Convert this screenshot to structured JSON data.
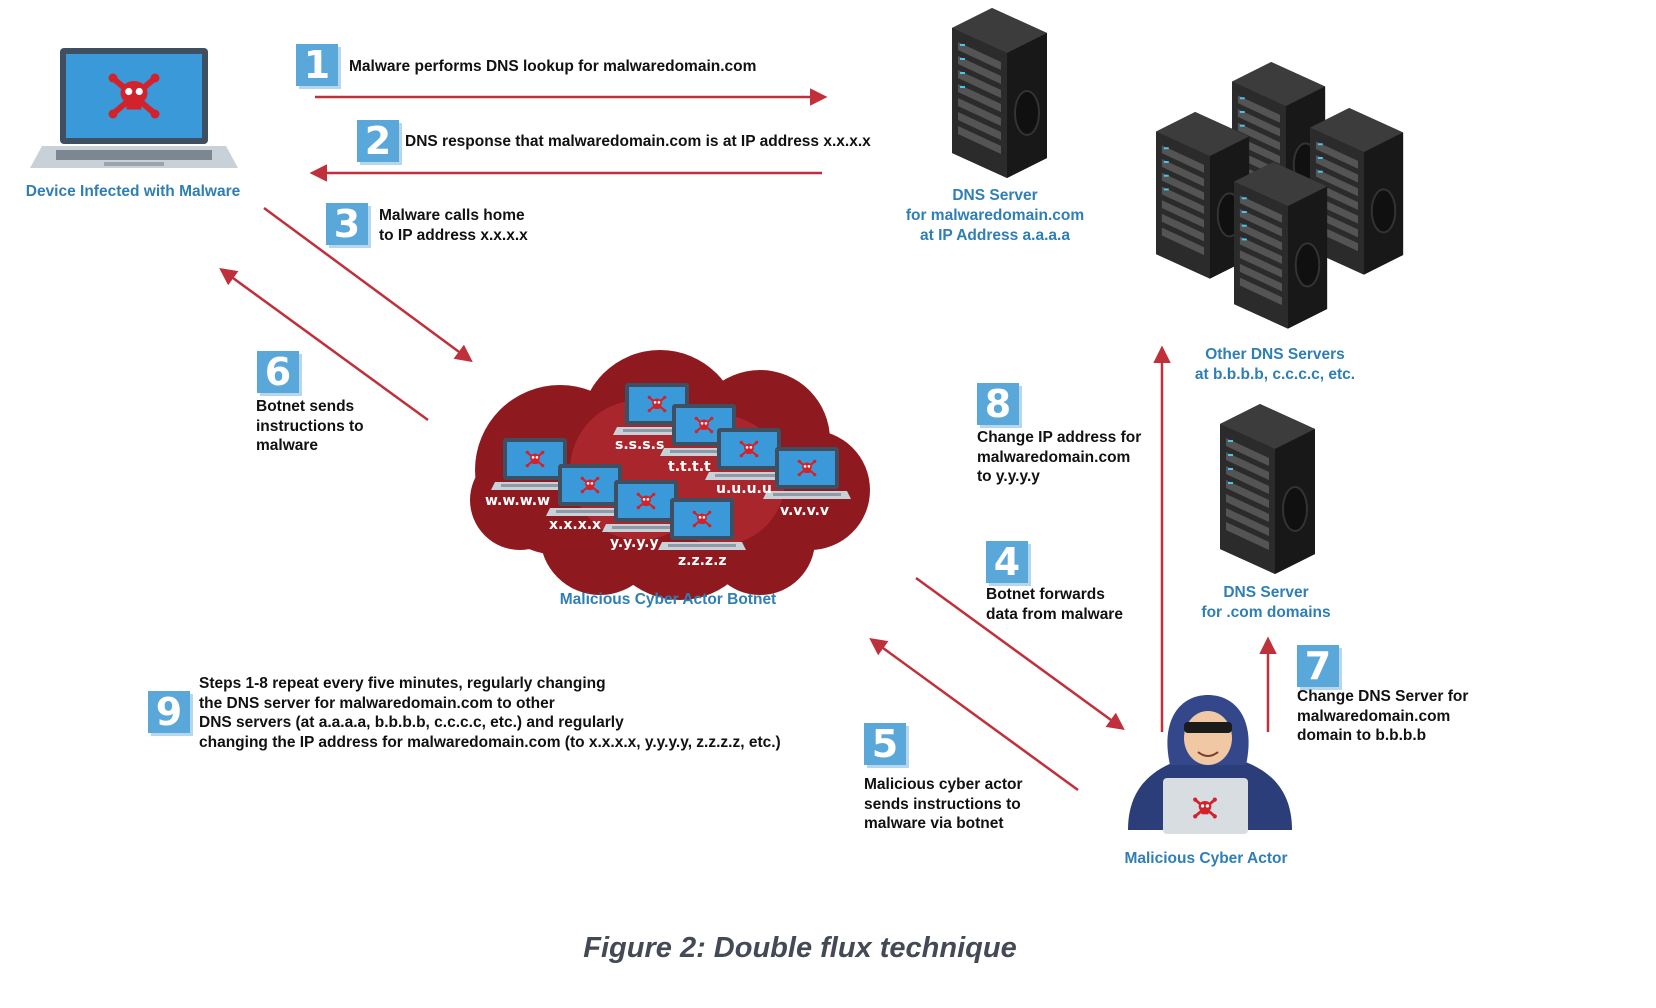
{
  "colors": {
    "arrow": "#c0303a",
    "caption_blue": "#2f7fb4",
    "badge_blue": "#5aa7da",
    "cloud_red": "#8e1a20",
    "server_dark": "#2e2e2e"
  },
  "nodes": {
    "infected_device": "Device Infected with Malware",
    "dns_server_main": "DNS Server\nfor malwaredomain.com\nat IP Address a.a.a.a",
    "other_dns": "Other DNS Servers\nat b.b.b.b, c.c.c.c, etc.",
    "dns_com": "DNS Server\nfor .com domains",
    "botnet": "Malicious Cyber Actor Botnet",
    "actor": "Malicious Cyber Actor"
  },
  "botnet_ips": [
    "s.s.s.s",
    "t.t.t.t",
    "u.u.u.u",
    "v.v.v.v",
    "w.w.w.w",
    "x.x.x.x",
    "y.y.y.y",
    "z.z.z.z"
  ],
  "steps": [
    {
      "num": "1",
      "text": "Malware performs DNS lookup for malwaredomain.com"
    },
    {
      "num": "2",
      "text": "DNS response that malwaredomain.com is at IP address x.x.x.x"
    },
    {
      "num": "3",
      "text": "Malware calls home\nto IP address x.x.x.x"
    },
    {
      "num": "4",
      "text": "Botnet forwards\ndata from malware"
    },
    {
      "num": "5",
      "text": "Malicious cyber actor\nsends instructions to\nmalware via botnet"
    },
    {
      "num": "6",
      "text": "Botnet sends\ninstructions to\nmalware"
    },
    {
      "num": "7",
      "text": "Change DNS Server for\nmalwaredomain.com\ndomain to b.b.b.b"
    },
    {
      "num": "8",
      "text": "Change IP address for\nmalwaredomain.com\nto y.y.y.y"
    },
    {
      "num": "9",
      "text": "Steps 1-8 repeat every five minutes, regularly changing\nthe DNS server for malwaredomain.com to other\nDNS servers (at a.a.a.a, b.b.b.b, c.c.c.c, etc.) and regularly\nchanging the IP address for malwaredomain.com (to x.x.x.x, y.y.y.y, z.z.z.z, etc.)"
    }
  ],
  "caption": "Figure 2: Double flux technique",
  "icons": [
    "laptop-skull-icon",
    "server-rack-icon",
    "cloud-icon",
    "hooded-hacker-icon",
    "skull-crossbones-icon"
  ]
}
